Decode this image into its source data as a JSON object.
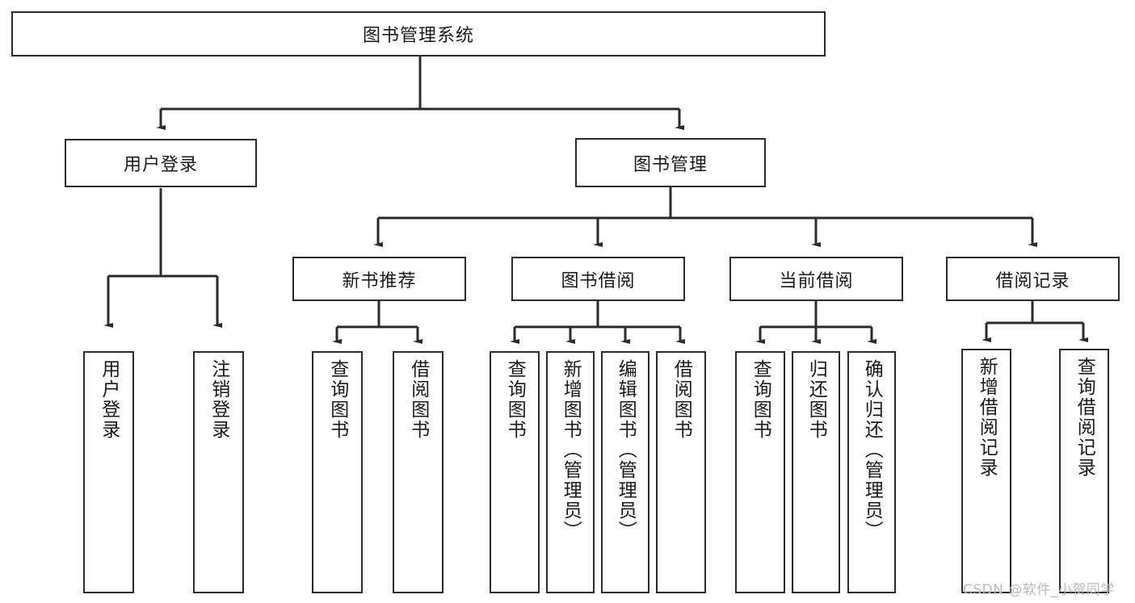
{
  "diagram": {
    "title": "图书管理系统",
    "type": "tree-hierarchy-diagram",
    "root": {
      "label": "图书管理系统"
    },
    "level2": [
      {
        "label": "用户登录"
      },
      {
        "label": "图书管理"
      }
    ],
    "level3": [
      {
        "label": "新书推荐"
      },
      {
        "label": "图书借阅"
      },
      {
        "label": "当前借阅"
      },
      {
        "label": "借阅记录"
      }
    ],
    "leaves": {
      "user_login": [
        {
          "label": "用户登录"
        },
        {
          "label": "注销登录"
        }
      ],
      "new_book_recommend": [
        {
          "label": "查询图书"
        },
        {
          "label": "借阅图书"
        }
      ],
      "book_borrow": [
        {
          "label": "查询图书"
        },
        {
          "label": "新增图书（管理员）"
        },
        {
          "label": "编辑图书（管理员）"
        },
        {
          "label": "借阅图书"
        }
      ],
      "current_borrow": [
        {
          "label": "查询图书"
        },
        {
          "label": "归还图书"
        },
        {
          "label": "确认归还（管理员）"
        }
      ],
      "borrow_record": [
        {
          "label": "新增借阅记录"
        },
        {
          "label": "查询借阅记录"
        }
      ]
    }
  },
  "watermark": {
    "text": "CSDN @软件_小贺同学"
  },
  "colors": {
    "stroke": "#2b2b2b",
    "box_fill": "#ffffff",
    "text": "#1a1a1a",
    "watermark": "#b9b9b9"
  }
}
